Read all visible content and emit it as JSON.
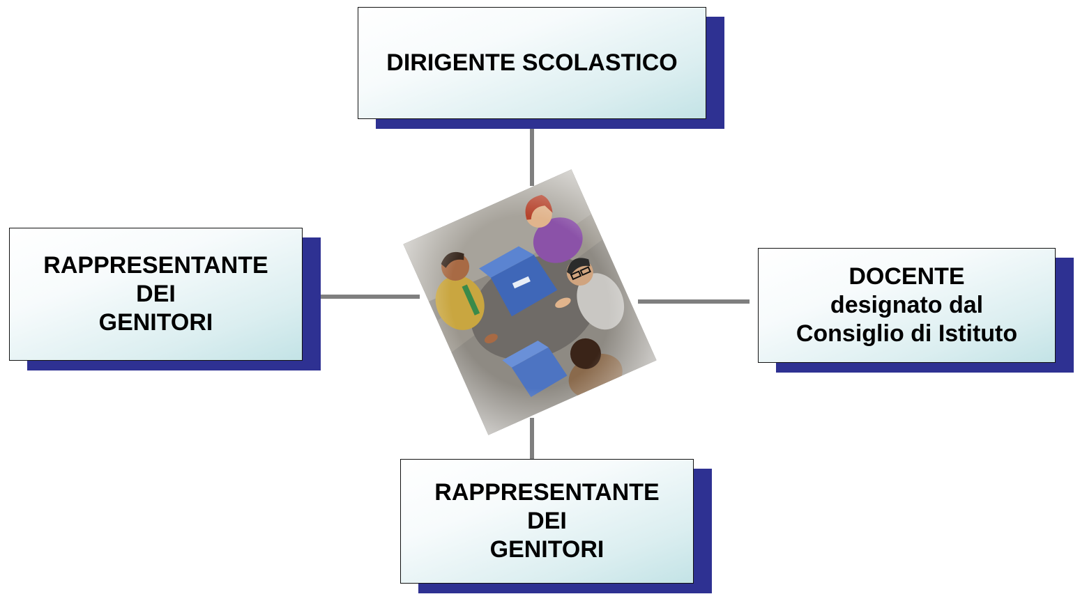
{
  "diagram": {
    "top_box": {
      "lines": [
        "DIRIGENTE SCOLASTICO"
      ]
    },
    "left_box": {
      "lines": [
        "RAPPRESENTANTE",
        "DEI",
        "GENITORI"
      ]
    },
    "right_box": {
      "lines": [
        "DOCENTE",
        "designato dal",
        "Consiglio di Istituto"
      ]
    },
    "bottom_box": {
      "lines": [
        "RAPPRESENTANTE",
        "DEI",
        "GENITORI"
      ]
    }
  },
  "center_image": {
    "subject": "meeting-illustration"
  },
  "colors": {
    "box_shadow": "#2e3192",
    "box_border": "#111111",
    "box_gradient_end": "#c3e3e6",
    "connector": "#7f7f7f"
  }
}
